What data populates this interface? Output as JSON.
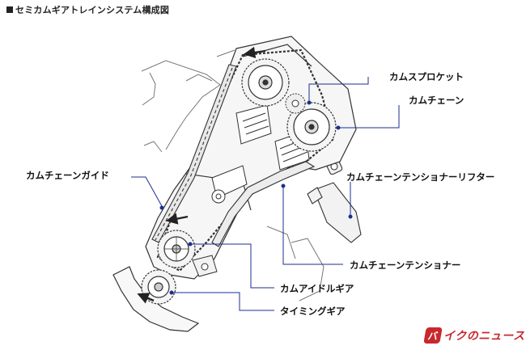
{
  "title": "セミカムギアトレインシステム構成図",
  "labels": {
    "cam_sprocket": "カムスプロケット",
    "cam_chain": "カムチェーン",
    "cam_chain_guide": "カムチェーンガイド",
    "cam_chain_tensioner_lifter": "カムチェーンテンショナーリフター",
    "cam_chain_tensioner": "カムチェーンテンショナー",
    "cam_idle_gear": "カムアイドルギア",
    "timing_gear": "タイミングギア"
  },
  "logo": {
    "mark": "バ",
    "text": "イクのニュース"
  },
  "colors": {
    "leader_line": "#1b2f8f",
    "drawing": "#333333",
    "logo": "#c8282d"
  }
}
